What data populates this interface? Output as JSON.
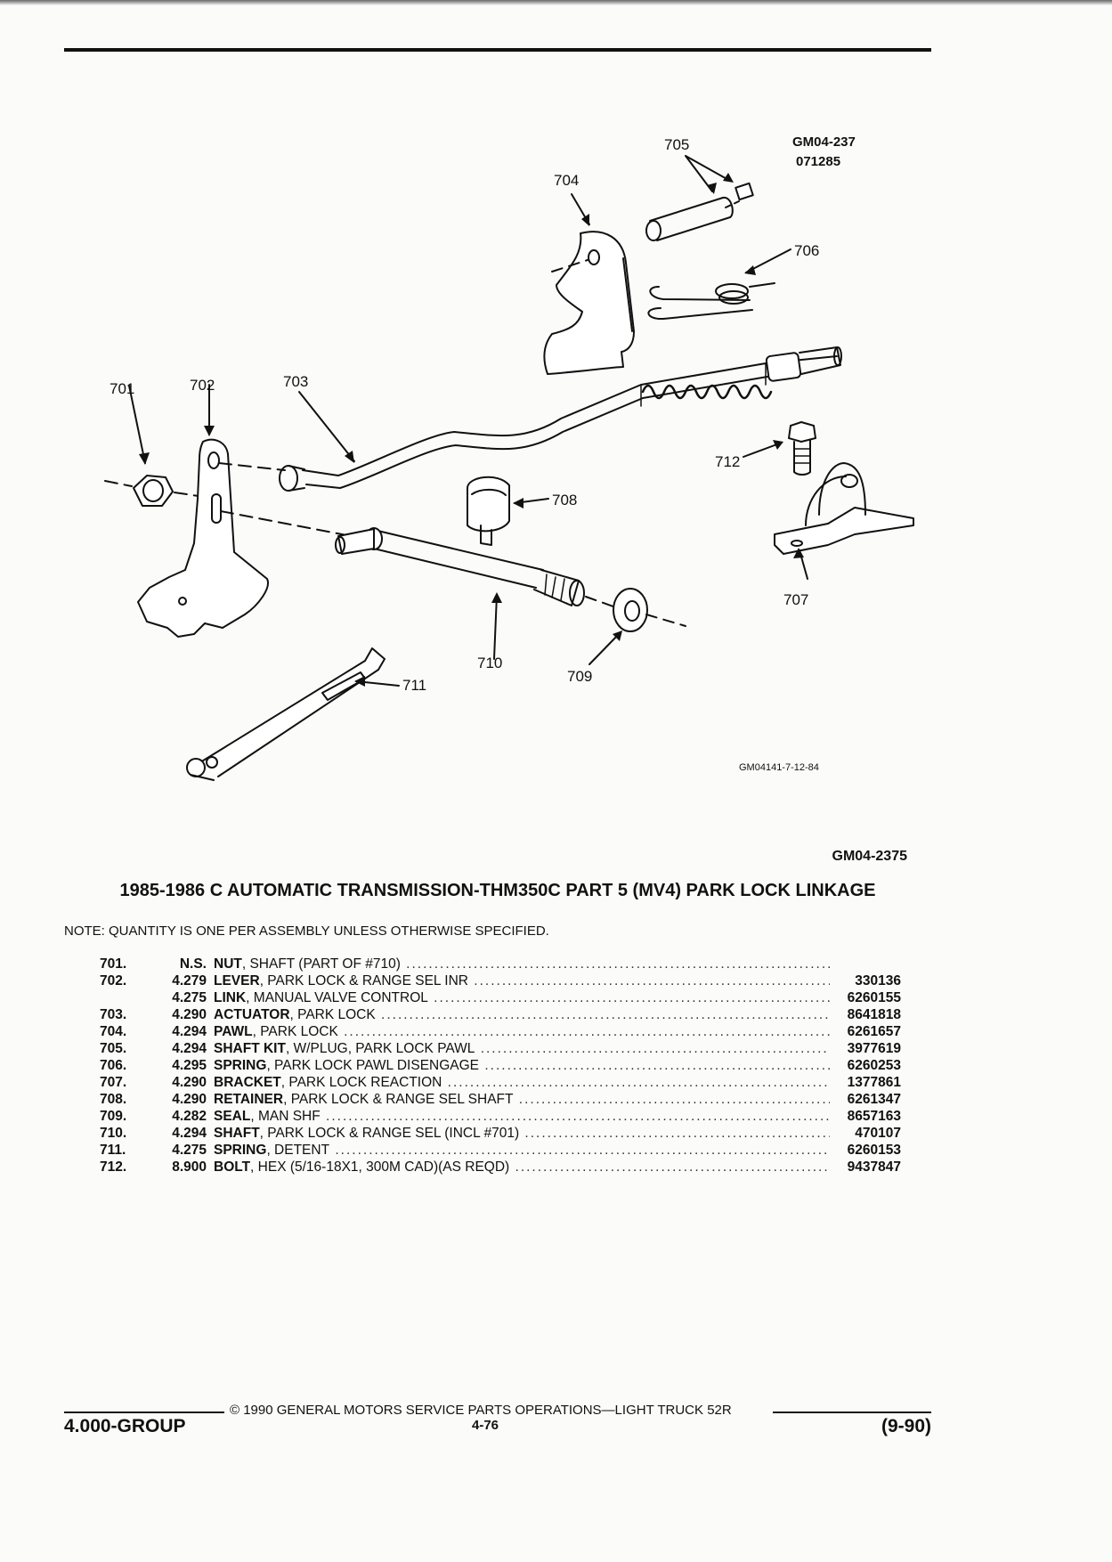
{
  "figure": {
    "code": "GM04-237",
    "code_sub": "071285",
    "illustration_id": "GM04141-7-12-84",
    "callouts": [
      "701",
      "702",
      "703",
      "704",
      "705",
      "706",
      "707",
      "708",
      "709",
      "710",
      "711",
      "712"
    ]
  },
  "document_id": "GM04-2375",
  "title": "1985-1986 C AUTOMATIC TRANSMISSION-THM350C PART 5 (MV4) PARK LOCK LINKAGE",
  "note": "NOTE:  QUANTITY IS ONE PER ASSEMBLY UNLESS OTHERWISE SPECIFIED.",
  "parts": [
    {
      "num": "701.",
      "group": "N.S.",
      "name": "NUT",
      "desc": ", SHAFT (PART OF #710)",
      "part_no": ""
    },
    {
      "num": "702.",
      "group": "4.279",
      "name": "LEVER",
      "desc": ", PARK LOCK & RANGE SEL INR",
      "part_no": "330136"
    },
    {
      "num": "",
      "group": "4.275",
      "name": "LINK",
      "desc": ", MANUAL VALVE CONTROL",
      "part_no": "6260155"
    },
    {
      "num": "703.",
      "group": "4.290",
      "name": "ACTUATOR",
      "desc": ", PARK LOCK",
      "part_no": "8641818"
    },
    {
      "num": "704.",
      "group": "4.294",
      "name": "PAWL",
      "desc": ", PARK LOCK",
      "part_no": "6261657"
    },
    {
      "num": "705.",
      "group": "4.294",
      "name": "SHAFT KIT",
      "desc": ", W/PLUG, PARK LOCK PAWL",
      "part_no": "3977619"
    },
    {
      "num": "706.",
      "group": "4.295",
      "name": "SPRING",
      "desc": ", PARK LOCK PAWL DISENGAGE",
      "part_no": "6260253"
    },
    {
      "num": "707.",
      "group": "4.290",
      "name": "BRACKET",
      "desc": ", PARK LOCK REACTION",
      "part_no": "1377861"
    },
    {
      "num": "708.",
      "group": "4.290",
      "name": "RETAINER",
      "desc": ", PARK LOCK & RANGE SEL SHAFT",
      "part_no": "6261347"
    },
    {
      "num": "709.",
      "group": "4.282",
      "name": "SEAL",
      "desc": ", MAN SHF",
      "part_no": "8657163"
    },
    {
      "num": "710.",
      "group": "4.294",
      "name": "SHAFT",
      "desc": ", PARK LOCK & RANGE SEL (INCL #701)",
      "part_no": "470107"
    },
    {
      "num": "711.",
      "group": "4.275",
      "name": "SPRING",
      "desc": ", DETENT",
      "part_no": "6260153"
    },
    {
      "num": "712.",
      "group": "8.900",
      "name": "BOLT",
      "desc": ", HEX (5/16-18X1, 300M CAD)(AS REQD)",
      "part_no": "9437847"
    }
  ],
  "footer": {
    "copyright": "©  1990  GENERAL MOTORS SERVICE PARTS OPERATIONS—LIGHT TRUCK 52R",
    "group": "4.000-GROUP",
    "page": "4-76",
    "date": "(9-90)"
  }
}
